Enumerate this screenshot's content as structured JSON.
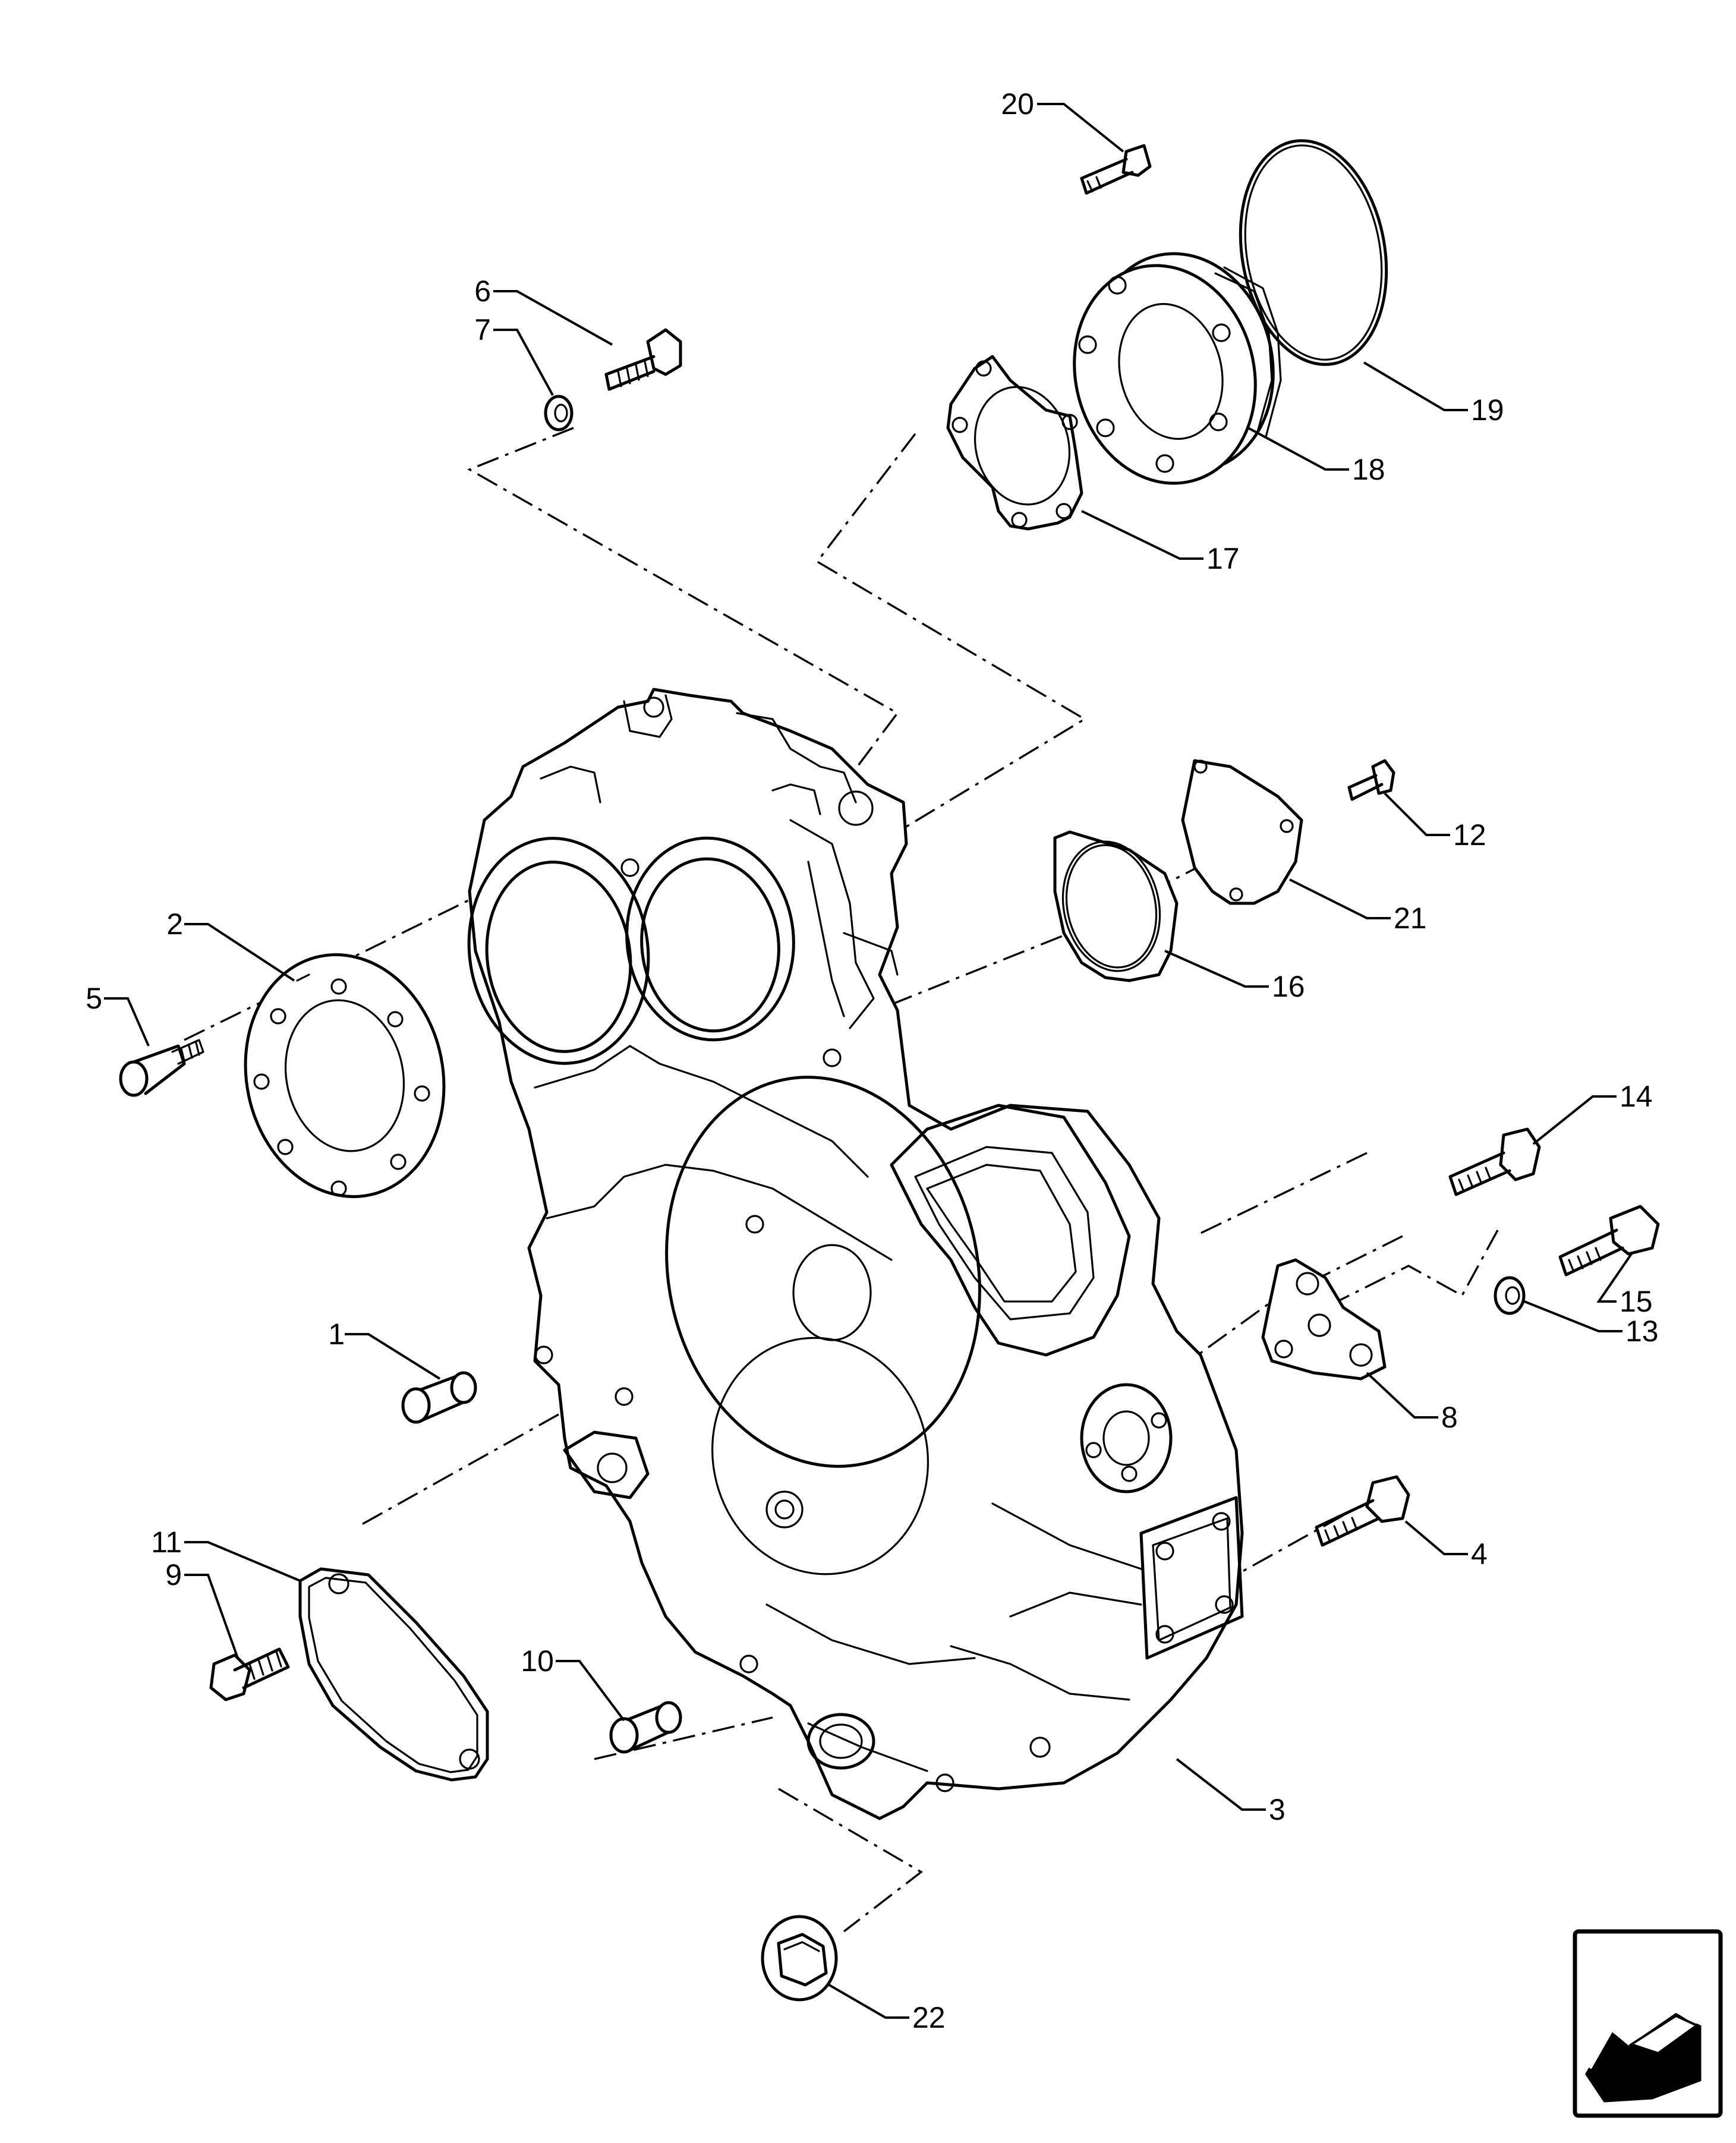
{
  "callouts": {
    "c1": "1",
    "c2": "2",
    "c3": "3",
    "c4": "4",
    "c5": "5",
    "c6": "6",
    "c7": "7",
    "c8": "8",
    "c9": "9",
    "c10": "10",
    "c11": "11",
    "c12": "12",
    "c13": "13",
    "c14": "14",
    "c15": "15",
    "c16": "16",
    "c17": "17",
    "c18": "18",
    "c19": "19",
    "c20": "20",
    "c21": "21",
    "c22": "22"
  },
  "nav": {
    "icon": "next-page-arrow-icon"
  }
}
